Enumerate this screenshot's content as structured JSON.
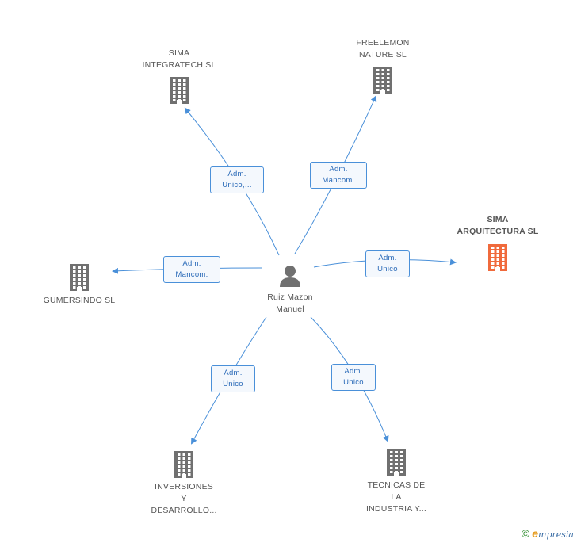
{
  "center": {
    "name": "Ruiz Mazon\nManuel"
  },
  "nodes": [
    {
      "id": "sima-integratech",
      "label": "SIMA\nINTEGRATECH SL",
      "highlight": false
    },
    {
      "id": "freelemon",
      "label": "FREELEMON\nNATURE SL",
      "highlight": false
    },
    {
      "id": "sima-arquitectura",
      "label": "SIMA\nARQUITECTURA SL",
      "highlight": true
    },
    {
      "id": "gumersindo",
      "label": "GUMERSINDO SL",
      "highlight": false
    },
    {
      "id": "inversiones",
      "label": "INVERSIONES\nY\nDESARROLLO...",
      "highlight": false
    },
    {
      "id": "tecnicas",
      "label": "TECNICAS DE\nLA\nINDUSTRIA Y...",
      "highlight": false
    }
  ],
  "edges": [
    {
      "to": "sima-integratech",
      "label": "Adm.\nUnico,..."
    },
    {
      "to": "freelemon",
      "label": "Adm.\nMancom."
    },
    {
      "to": "sima-arquitectura",
      "label": "Adm.\nUnico"
    },
    {
      "to": "gumersindo",
      "label": "Adm.\nMancom."
    },
    {
      "to": "inversiones",
      "label": "Adm.\nUnico"
    },
    {
      "to": "tecnicas",
      "label": "Adm.\nUnico"
    }
  ],
  "colors": {
    "edge": "#4a90d9",
    "building": "#707070",
    "building_highlight": "#f06a3c",
    "person": "#707070"
  },
  "footer": {
    "copyright": "©",
    "brand_initial": "e",
    "brand_rest": "mpresia"
  }
}
